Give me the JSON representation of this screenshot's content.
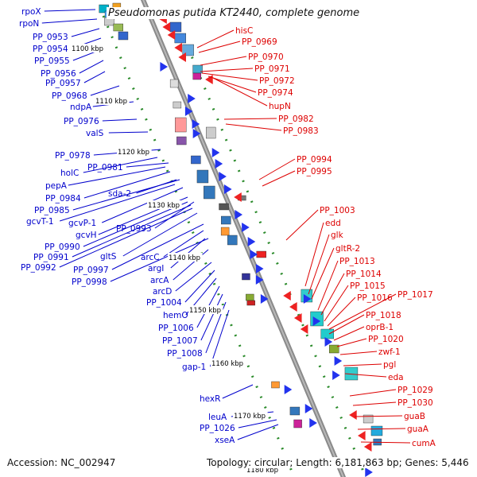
{
  "title": "Pseudomonas putida KT2440, complete genome",
  "accession": "Accession: NC_002947",
  "topology": "Topology: circular; Length: 6,181,863 bp; Genes: 5,446",
  "kbp_ticks": [
    "1100 kbp",
    "1110 kbp",
    "1120 kbp",
    "1130 kbp",
    "1140 kbp",
    "1150 kbp",
    "1160 kbp",
    "1170 kbp",
    "1180 kbp"
  ],
  "left_labels": [
    "rpoX",
    "rpoN",
    "PP_0953",
    "PP_0954",
    "PP_0955",
    "PP_0956",
    "PP_0957",
    "PP_0968",
    "ndpA",
    "PP_0976",
    "valS",
    "PP_0978",
    "PP_0981",
    "holC",
    "pepA",
    "sda-2",
    "PP_0984",
    "PP_0985",
    "gcvT-1",
    "gcvP-1",
    "gcvH",
    "PP_0993",
    "PP_0990",
    "PP_0991",
    "PP_0992",
    "gltS",
    "PP_0997",
    "arcC",
    "PP_0998",
    "argI",
    "arcA",
    "arcD",
    "PP_1004",
    "hemO",
    "PP_1006",
    "PP_1007",
    "PP_1008",
    "gap-1",
    "hexR",
    "leuA",
    "PP_1026",
    "xseA"
  ],
  "right_labels": [
    "hisC",
    "PP_0969",
    "PP_0970",
    "PP_0971",
    "PP_0972",
    "PP_0974",
    "hupN",
    "PP_0982",
    "PP_0983",
    "PP_0994",
    "PP_0995",
    "PP_1003",
    "edd",
    "glk",
    "gltR-2",
    "PP_1013",
    "PP_1014",
    "PP_1015",
    "PP_1016",
    "PP_1017",
    "PP_1018",
    "oprB-1",
    "PP_1020",
    "zwf-1",
    "pgl",
    "eda",
    "PP_1029",
    "PP_1030",
    "guaB",
    "guaA",
    "cumA"
  ],
  "colors": {
    "left_label": "#0000cc",
    "right_label": "#dd0000",
    "backbone": "#888888",
    "tick": "#339933",
    "kbp_text": "#000000"
  }
}
